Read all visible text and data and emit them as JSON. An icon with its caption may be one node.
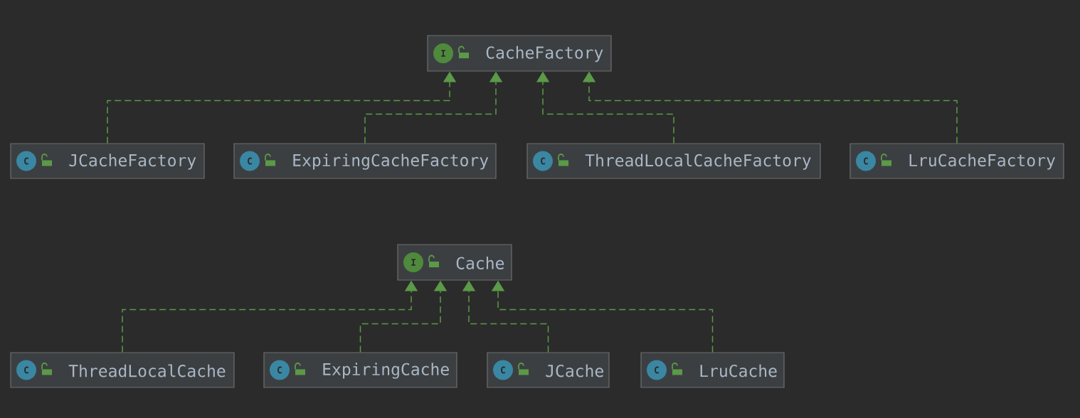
{
  "diagram": {
    "nodes": [
      {
        "text": [
          "I",
          "CacheFactory"
        ]
      },
      {
        "text": [
          "C",
          "JCacheFactory"
        ]
      },
      {
        "text": [
          "C",
          "ExpiringCacheFactory"
        ]
      },
      {
        "text": [
          "C",
          "ThreadLocalCacheFactory"
        ]
      },
      {
        "text": [
          "C",
          "LruCacheFactory"
        ]
      },
      {
        "text": [
          "I",
          "Cache"
        ]
      },
      {
        "text": [
          "C",
          "ThreadLocalCache"
        ]
      },
      {
        "text": [
          "C",
          "ExpiringCache"
        ]
      },
      {
        "text": [
          "C",
          "JCache"
        ]
      },
      {
        "text": [
          "C",
          "LruCache"
        ]
      }
    ],
    "edges": [
      {
        "from": 1,
        "to": 0,
        "arrow": "to",
        "style": "dashed"
      },
      {
        "from": 2,
        "to": 0,
        "arrow": "to",
        "style": "dashed"
      },
      {
        "from": 3,
        "to": 0,
        "arrow": "to",
        "style": "dashed"
      },
      {
        "from": 4,
        "to": 0,
        "arrow": "to",
        "style": "dashed"
      },
      {
        "from": 6,
        "to": 5,
        "arrow": "to",
        "style": "dashed"
      },
      {
        "from": 7,
        "to": 5,
        "arrow": "to",
        "style": "dashed"
      },
      {
        "from": 8,
        "to": 5,
        "arrow": "to",
        "style": "dashed"
      },
      {
        "from": 9,
        "to": 5,
        "arrow": "to",
        "style": "dashed"
      }
    ]
  }
}
